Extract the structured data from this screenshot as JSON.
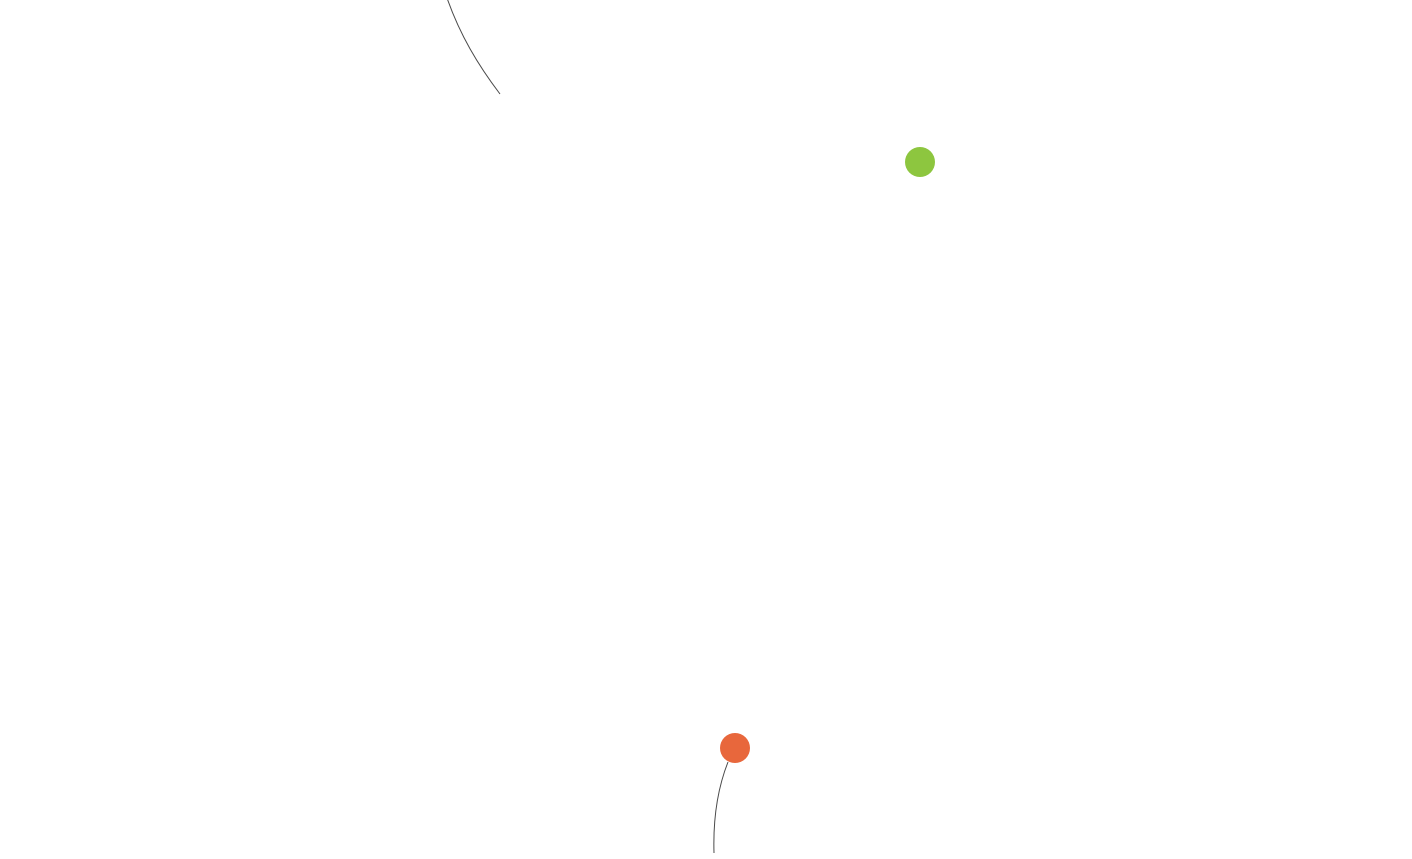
{
  "colors": {
    "background": "#ffffff",
    "thread": "#4a4a4a",
    "green_dot": "#8dc63f",
    "orange_dot": "#e8673c"
  },
  "elements": {
    "top_curve": {
      "kind": "thin-curve"
    },
    "green_dot": {
      "kind": "dot",
      "color_name": "green"
    },
    "orange_dot": {
      "kind": "dot",
      "color_name": "orange"
    },
    "bottom_curve": {
      "kind": "thin-curve"
    }
  }
}
